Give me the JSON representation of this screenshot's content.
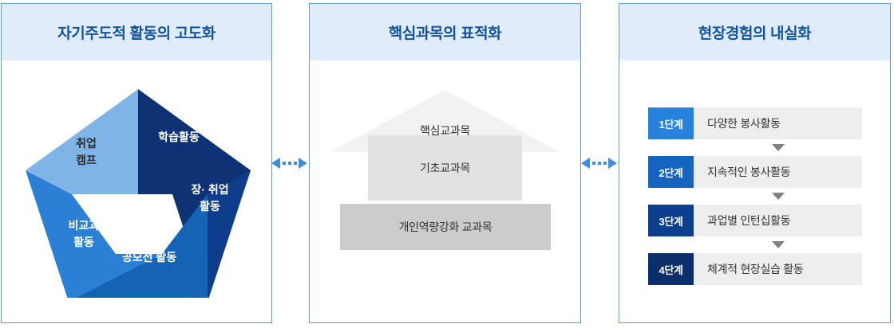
{
  "panels": [
    {
      "id": "self-directed",
      "title": "자기주도적 활동의 고도화",
      "type": "pentagon-pinwheel",
      "segments": [
        {
          "label_line1": "학습활동",
          "label_line2": "",
          "color": "#0e3274",
          "text_on": "dark"
        },
        {
          "label_line1": "장· 취업",
          "label_line2": "활동",
          "color": "#0e3d8c",
          "text_on": "dark"
        },
        {
          "label_line1": "공모전 활동",
          "label_line2": "",
          "color": "#1463b5",
          "text_on": "dark"
        },
        {
          "label_line1": "비교과",
          "label_line2": "활동",
          "color": "#2b7fd4",
          "text_on": "dark"
        },
        {
          "label_line1": "취업",
          "label_line2": "캠프",
          "color": "#7fb5e6",
          "text_on": "light"
        }
      ]
    },
    {
      "id": "core-subjects",
      "title": "핵심과목의 표적화",
      "type": "house-stack",
      "levels": [
        {
          "name": "roof",
          "label": "핵심교과목",
          "color": "#f2f2f2"
        },
        {
          "name": "mid",
          "label": "기초교과목",
          "color": "#e2e2e2"
        },
        {
          "name": "base",
          "label": "개인역량강화 교과목",
          "color": "#cccccc"
        }
      ]
    },
    {
      "id": "field-experience",
      "title": "현장경험의 내실화",
      "type": "step-flow",
      "steps": [
        {
          "badge": "1단계",
          "label": "다양한 봉사활동",
          "color": "#2583dd"
        },
        {
          "badge": "2단계",
          "label": "지속적인 봉사활동",
          "color": "#1565c0"
        },
        {
          "badge": "3단계",
          "label": "과업별 인턴십활동",
          "color": "#0d3f8f"
        },
        {
          "badge": "4단계",
          "label": "체계적 현장실습 활동",
          "color": "#0a2f6b"
        }
      ]
    }
  ],
  "connectors": [
    {
      "id": "connector-1",
      "icon": "bidirectional-dotted-arrow",
      "color": "#3f8ce0"
    },
    {
      "id": "connector-2",
      "icon": "bidirectional-dotted-arrow",
      "color": "#3f8ce0"
    }
  ],
  "theme": {
    "panel_border": "#5b9bd5",
    "header_bg": "#e1ecfa",
    "header_text": "#14549f",
    "body_bg": "#ffffff",
    "step_label_bg": "#eeeeee",
    "step_arrow": "#808080"
  }
}
